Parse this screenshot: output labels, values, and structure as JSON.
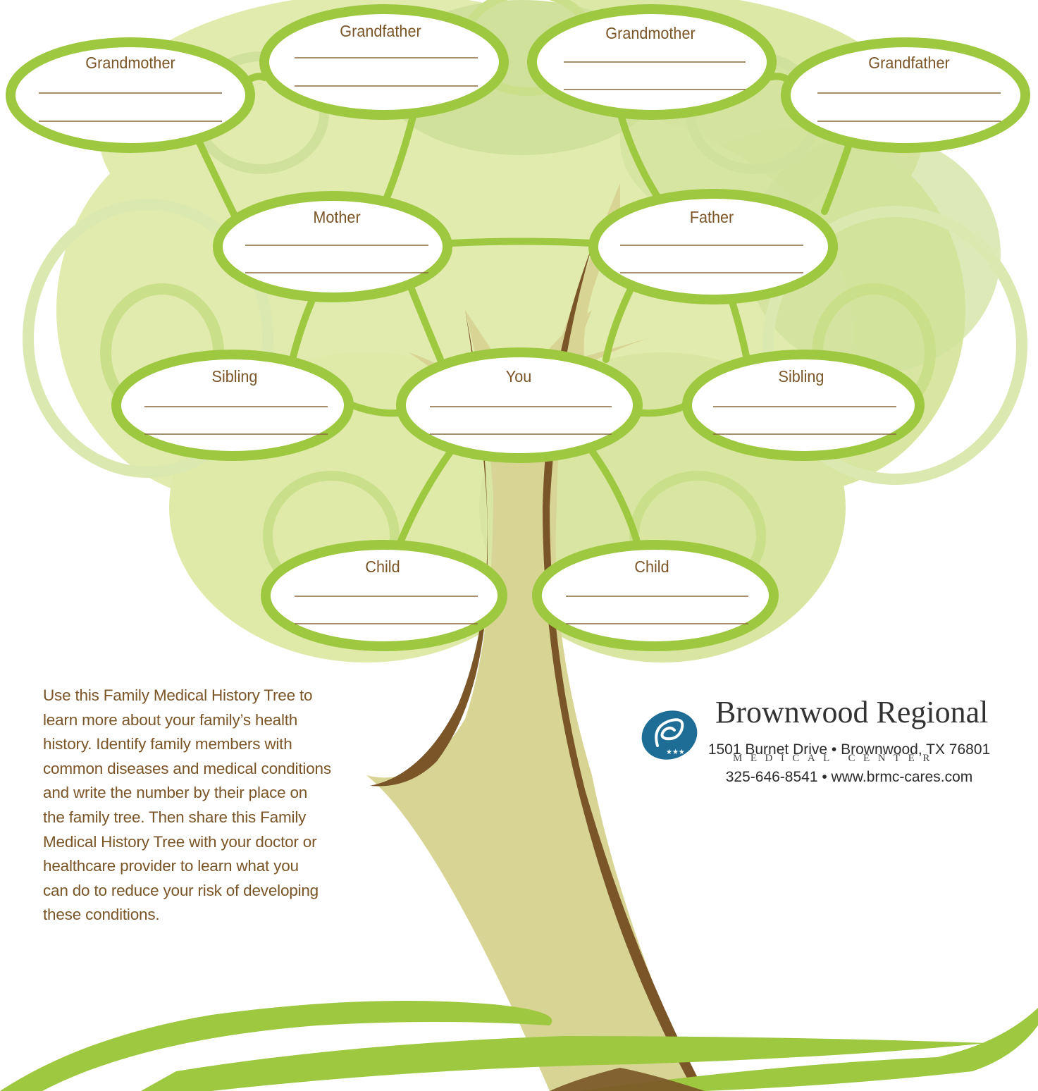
{
  "tree": {
    "nodes": {
      "grandmother_left": "Grandmother",
      "grandfather_left": "Grandfather",
      "grandmother_right": "Grandmother",
      "grandfather_right": "Grandfather",
      "mother": "Mother",
      "father": "Father",
      "sibling_left": "Sibling",
      "you": "You",
      "sibling_right": "Sibling",
      "child_left": "Child",
      "child_right": "Child"
    }
  },
  "intro": {
    "lines": [
      "Use this Family Medical History Tree to",
      "learn more about your family’s health",
      "history. Identify family members with",
      "common diseases and medical conditions",
      "and write the number by their place on",
      "the family tree. Then share this Family",
      "Medical History Tree with your doctor or",
      "healthcare provider to learn what you",
      "can do to reduce your risk of developing",
      "these conditions."
    ]
  },
  "logo": {
    "name": "Brownwood Regional",
    "subtitle": "MEDICAL CENTER",
    "icon": "brmc-swirl-logo-icon"
  },
  "contact": {
    "address": "1501 Burnet Drive • Brownwood, TX 76801",
    "phone_web": "325-646-8541 • www.brmc-cares.com"
  },
  "colors": {
    "leaf_green": "#9dc83f",
    "canopy_light": "#e1ebad",
    "canopy_mid": "#cfe19a",
    "trunk_brown": "#7a5527",
    "trunk_fill": "#d7d494",
    "text_brown": "#7a5527",
    "logo_blue": "#1e6d96"
  }
}
